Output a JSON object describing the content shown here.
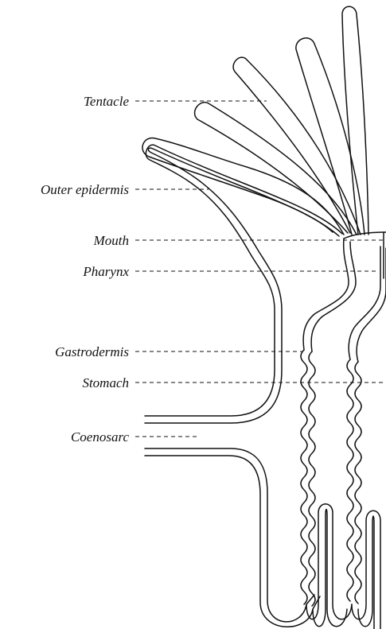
{
  "labels": {
    "tentacle": "Tentacle",
    "outer_epidermis": "Outer epidermis",
    "mouth": "Mouth",
    "pharynx": "Pharynx",
    "gastrodermis": "Gastrodermis",
    "stomach": "Stomach",
    "coenosarc": "Coenosarc"
  }
}
